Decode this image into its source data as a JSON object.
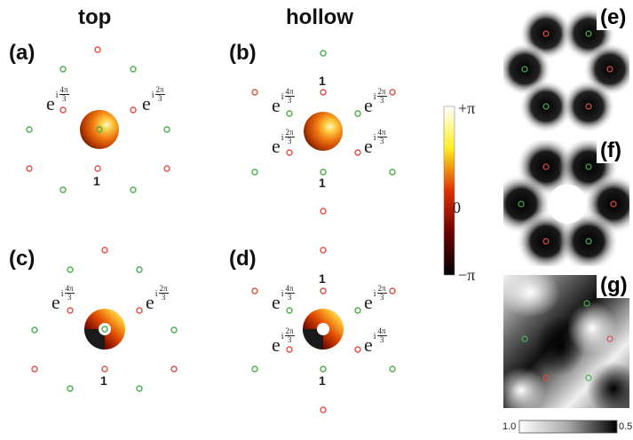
{
  "headers": {
    "top": "top",
    "hollow": "hollow"
  },
  "panel_labels": {
    "a": "(a)",
    "b": "(b)",
    "c": "(c)",
    "d": "(d)",
    "e": "(e)",
    "f": "(f)",
    "g": "(g)"
  },
  "phase_labels": {
    "base": "e",
    "i_unit": "i",
    "four_pi_num": "4π",
    "two_pi_num": "2π",
    "den": "3",
    "one": "1"
  },
  "colorbar": {
    "max_label": "+π",
    "mid_label": "0",
    "min_label": "−π"
  },
  "grayscale_bar": {
    "left_label": "1.0",
    "right_label": "0.5"
  },
  "colors": {
    "red_site": "#e0504a",
    "green_site": "#4caf50"
  }
}
